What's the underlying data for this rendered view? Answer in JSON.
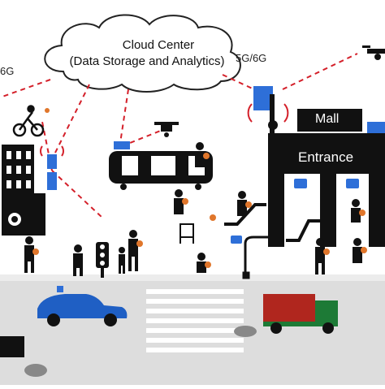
{
  "labels": {
    "cloud_title": "Cloud Center",
    "cloud_subtitle": "(Data Storage and Analytics)",
    "network_right": "5G/6G",
    "network_left": "6G",
    "mall_sign": "Mall",
    "entrance_sign": "Entrance"
  },
  "colors": {
    "link": "#d4202a",
    "building": "#111111",
    "road": "#dcdcdc",
    "sidewalk": "#ededed",
    "car": "#1f5fc4",
    "truck_cargo": "#b0261e",
    "truck_cab": "#1d7a36",
    "camera": "#2e6fd8",
    "device": "#e0762b"
  },
  "icons": [
    "cloud-icon",
    "drone-icon",
    "cyclist-icon",
    "office-building-icon",
    "cell-tower-icon",
    "server-rack-icon",
    "train-icon",
    "mall-building-icon",
    "camera-icon",
    "streetlight-icon",
    "traffic-light-icon",
    "car-icon",
    "truck-icon",
    "escalator-icon",
    "pedestrian-icon",
    "police-icon",
    "wheelchair-walker-icon"
  ]
}
